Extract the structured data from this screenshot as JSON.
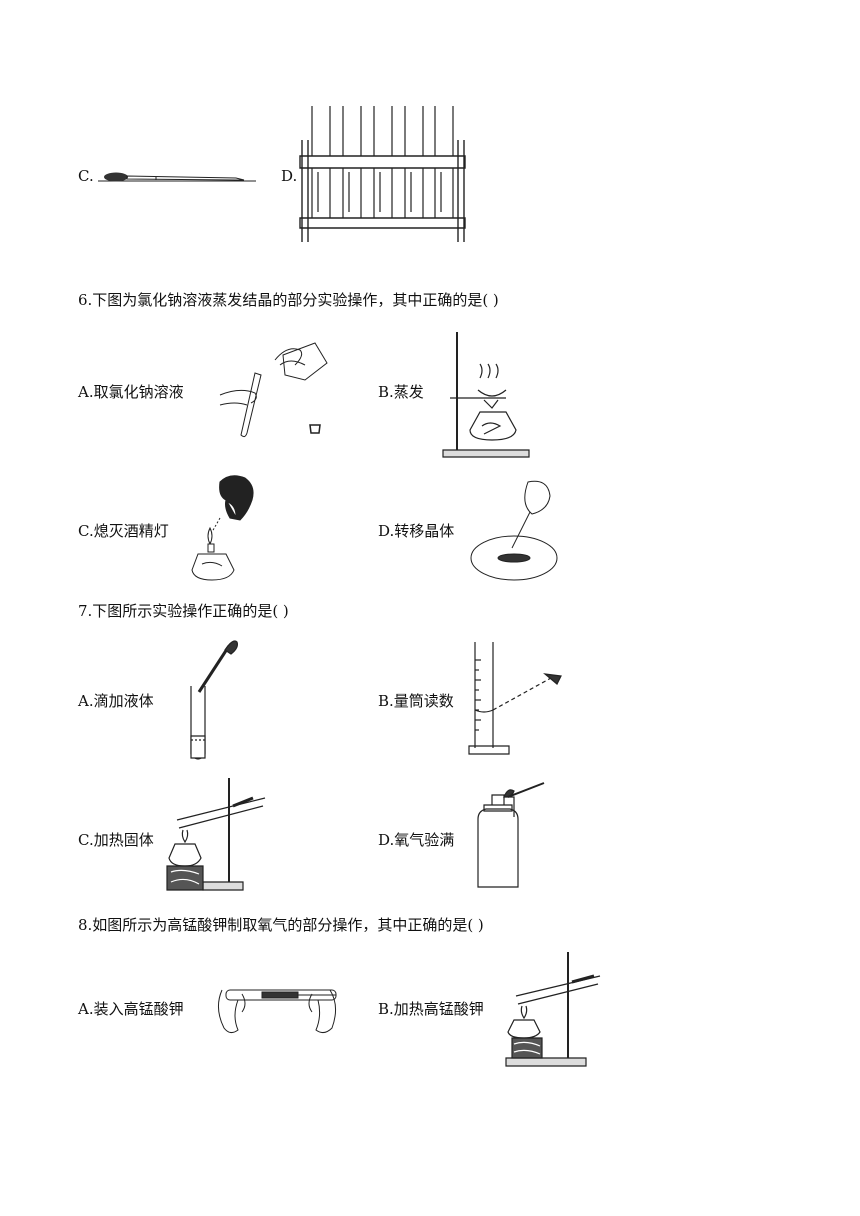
{
  "q5": {
    "option_c": "C.",
    "option_d": "D."
  },
  "q6": {
    "stem": "6.下图为氯化钠溶液蒸发结晶的部分实验操作，其中正确的是(   )",
    "option_a": "A.取氯化钠溶液",
    "option_b": "B.蒸发",
    "option_c": "C.熄灭酒精灯",
    "option_d": "D.转移晶体"
  },
  "q7": {
    "stem": "7.下图所示实验操作正确的是(   )",
    "option_a": "A.滴加液体",
    "option_b": "B.量筒读数",
    "option_c": "C.加热固体",
    "option_d": "D.氧气验满"
  },
  "q8": {
    "stem": "8.如图所示为高锰酸钾制取氧气的部分操作，其中正确的是(   )",
    "option_a": "A.装入高锰酸钾",
    "option_b": "B.加热高锰酸钾"
  }
}
